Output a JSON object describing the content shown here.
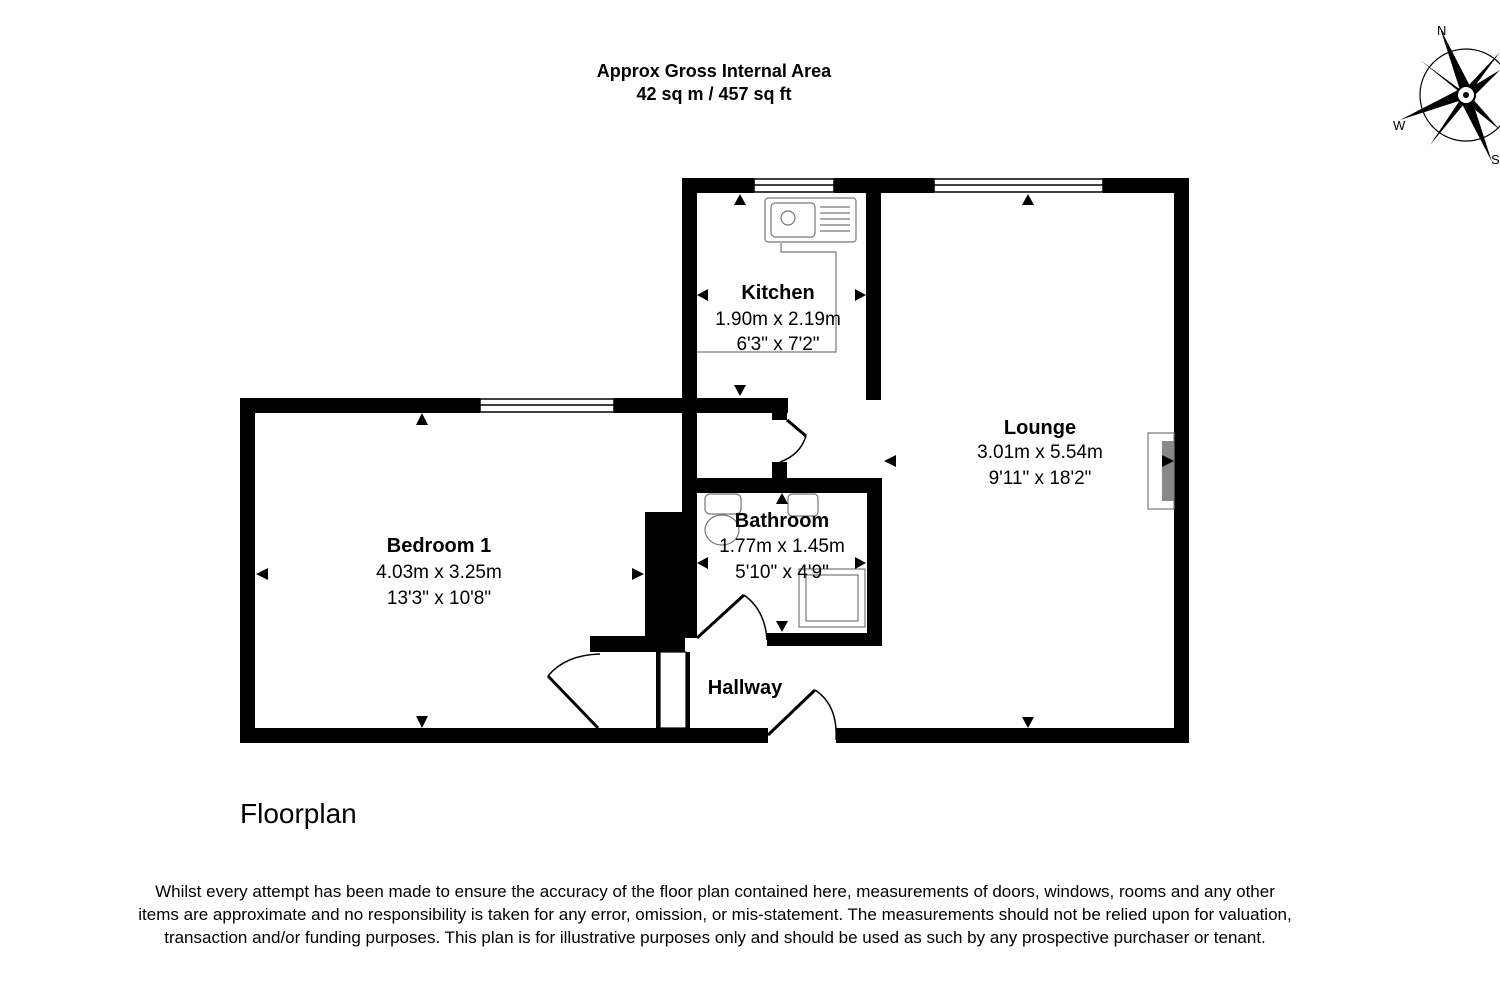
{
  "header": {
    "line1": "Approx Gross Internal Area",
    "line2": "42 sq m / 457 sq ft"
  },
  "compass": {
    "n": "N",
    "w": "W",
    "s": "S"
  },
  "rooms": {
    "kitchen": {
      "name": "Kitchen",
      "metric": "1.90m x 2.19m",
      "imperial": "6'3\" x 7'2\""
    },
    "lounge": {
      "name": "Lounge",
      "metric": "3.01m x 5.54m",
      "imperial": "9'11\" x 18'2\""
    },
    "bedroom": {
      "name": "Bedroom 1",
      "metric": "4.03m x 3.25m",
      "imperial": "13'3\" x 10'8\""
    },
    "bathroom": {
      "name": "Bathroom",
      "metric": "1.77m x 1.45m",
      "imperial": "5'10\" x 4'9\""
    },
    "hallway": {
      "name": "Hallway"
    }
  },
  "floor_title": "Floorplan",
  "disclaimer": "Whilst every attempt has been made to ensure the accuracy of the floor plan contained here, measurements of doors, windows, rooms and any other items are approximate and no responsibility is taken for any error, omission, or mis-statement. The measurements should not be relied upon for valuation, transaction and/or funding purposes. This plan is for illustrative purposes only and should be used as such by any prospective purchaser or tenant.",
  "colors": {
    "wall": "#000000",
    "fixture": "#888888",
    "background": "#ffffff"
  }
}
